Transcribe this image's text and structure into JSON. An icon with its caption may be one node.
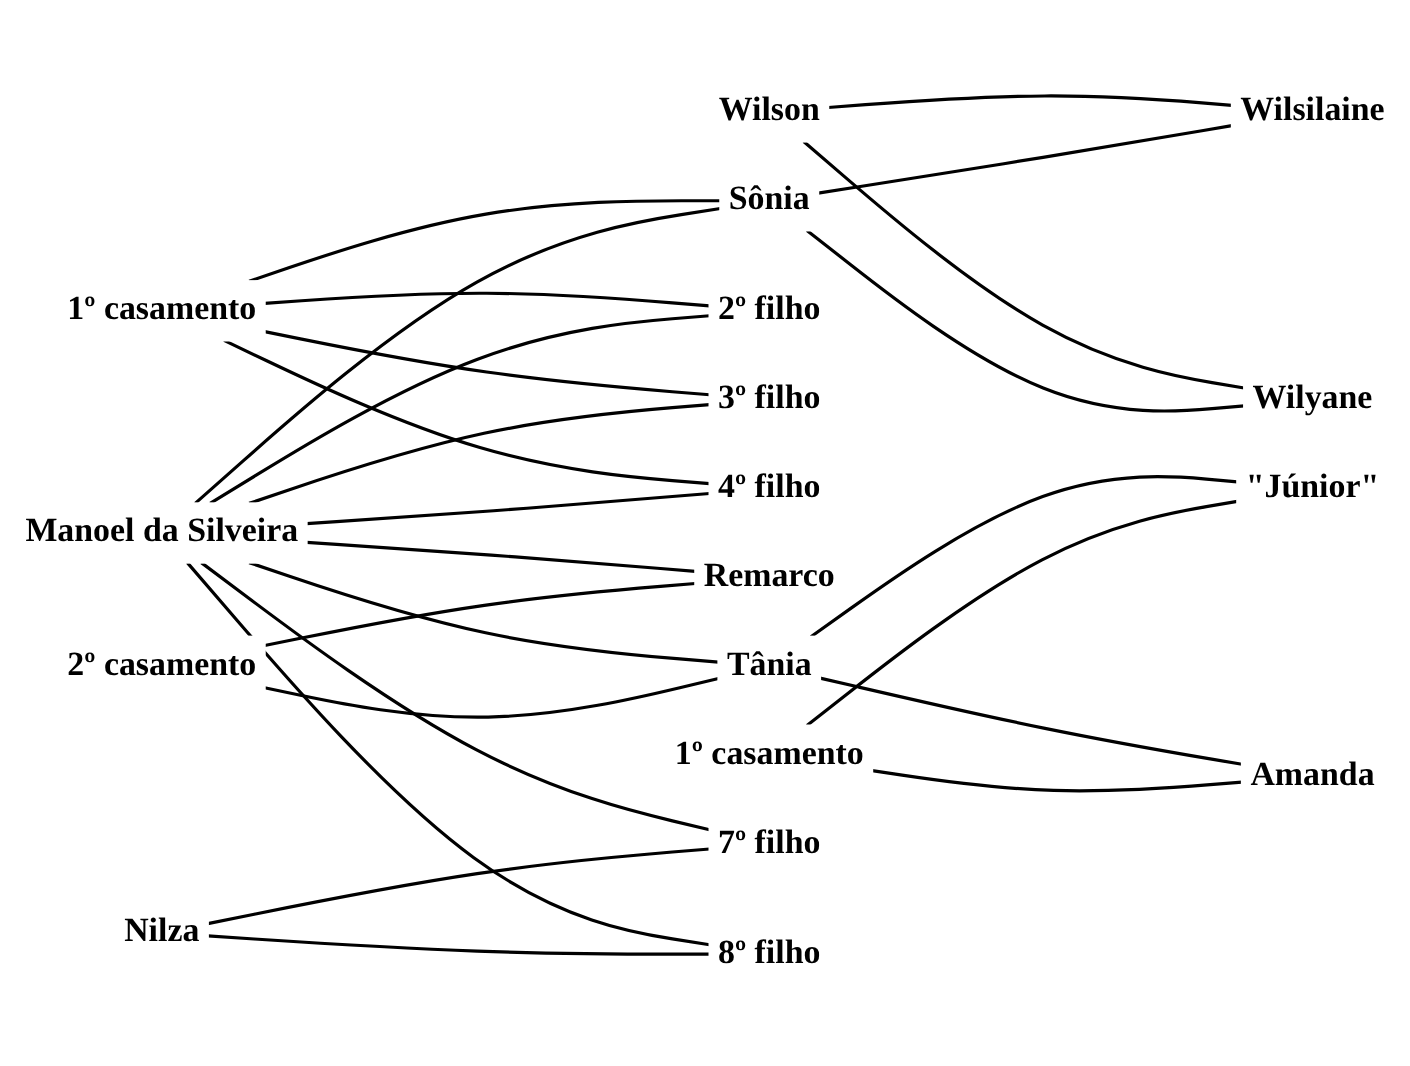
{
  "diagram": {
    "nodes": [
      {
        "text": [
          "Wilson"
        ]
      },
      {
        "text": [
          "Wilsilaine"
        ]
      },
      {
        "text": [
          "1º casamento"
        ]
      },
      {
        "text": [
          "Sônia"
        ]
      },
      {
        "text": [
          "Wilyane"
        ]
      },
      {
        "text": [
          "2º filho"
        ]
      },
      {
        "text": [
          "Manoel da Silveira"
        ]
      },
      {
        "text": [
          "3º filho"
        ]
      },
      {
        "text": [
          "4º filho"
        ]
      },
      {
        "text": [
          "Remarco"
        ]
      },
      {
        "text": [
          "2º casamento"
        ]
      },
      {
        "text": [
          "Tânia"
        ]
      },
      {
        "text": [
          "\"Júnior\""
        ]
      },
      {
        "text": [
          "1º casamento"
        ]
      },
      {
        "text": [
          "Amanda"
        ]
      },
      {
        "text": [
          "7º filho"
        ]
      },
      {
        "text": [
          "8º filho"
        ]
      },
      {
        "text": [
          "Nilza"
        ]
      }
    ],
    "edges": [
      {
        "from": 0,
        "to": 1,
        "arrow": "none"
      },
      {
        "from": 0,
        "to": 4,
        "arrow": "none"
      },
      {
        "from": 3,
        "to": 1,
        "arrow": "none"
      },
      {
        "from": 3,
        "to": 4,
        "arrow": "none"
      },
      {
        "from": 2,
        "to": 3,
        "arrow": "none"
      },
      {
        "from": 2,
        "to": 5,
        "arrow": "none"
      },
      {
        "from": 2,
        "to": 7,
        "arrow": "none"
      },
      {
        "from": 2,
        "to": 8,
        "arrow": "none"
      },
      {
        "from": 6,
        "to": 3,
        "arrow": "none"
      },
      {
        "from": 6,
        "to": 5,
        "arrow": "none"
      },
      {
        "from": 6,
        "to": 7,
        "arrow": "none"
      },
      {
        "from": 6,
        "to": 8,
        "arrow": "none"
      },
      {
        "from": 6,
        "to": 9,
        "arrow": "none"
      },
      {
        "from": 6,
        "to": 11,
        "arrow": "none"
      },
      {
        "from": 10,
        "to": 9,
        "arrow": "none"
      },
      {
        "from": 10,
        "to": 11,
        "arrow": "none"
      },
      {
        "from": 11,
        "to": 12,
        "arrow": "none"
      },
      {
        "from": 11,
        "to": 14,
        "arrow": "none"
      },
      {
        "from": 13,
        "to": 12,
        "arrow": "none"
      },
      {
        "from": 13,
        "to": 14,
        "arrow": "none"
      },
      {
        "from": 6,
        "to": 15,
        "arrow": "none"
      },
      {
        "from": 6,
        "to": 16,
        "arrow": "none"
      },
      {
        "from": 17,
        "to": 15,
        "arrow": "none"
      },
      {
        "from": 17,
        "to": 16,
        "arrow": "none"
      }
    ]
  }
}
